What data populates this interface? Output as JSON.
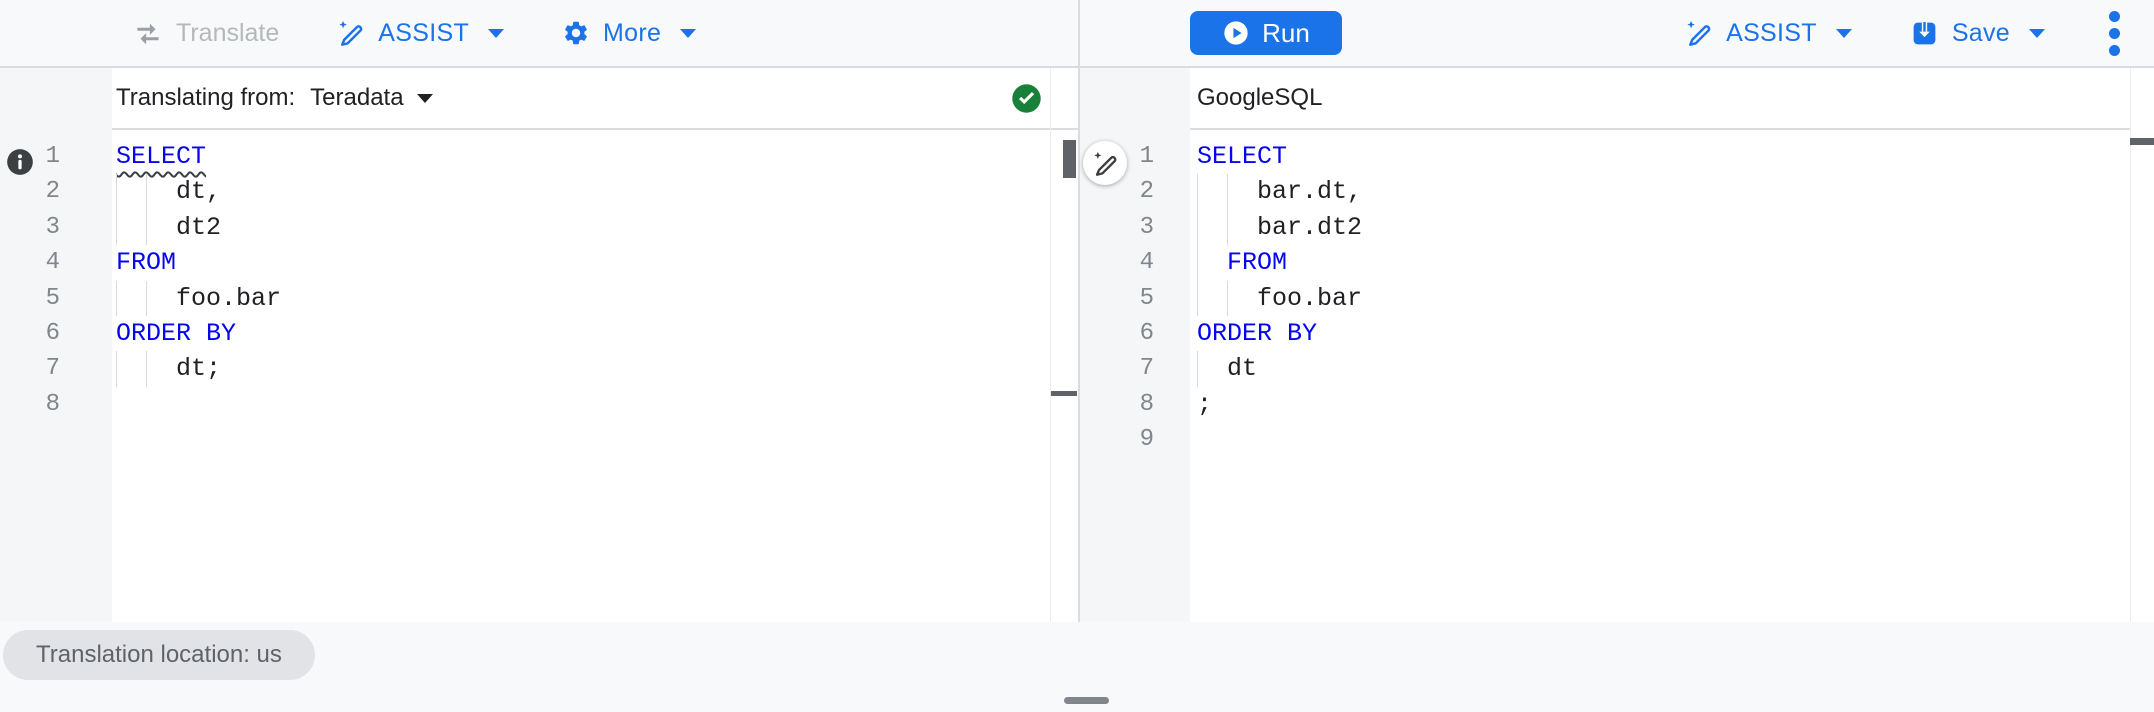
{
  "toolbar": {
    "translate": "Translate",
    "assist_left": "ASSIST",
    "more": "More",
    "run": "Run",
    "assist_right": "ASSIST",
    "save": "Save"
  },
  "left_panel": {
    "header_label": "Translating from:",
    "dialect": "Teradata",
    "status_icon": "green-check-circle",
    "gutter_icon": "info-circle",
    "lines": [
      {
        "g": 0,
        "s": [
          {
            "t": "SELECT",
            "c": "kw",
            "w": true
          }
        ]
      },
      {
        "g": 2,
        "s": [
          {
            "t": "dt,",
            "c": "pl"
          }
        ]
      },
      {
        "g": 2,
        "s": [
          {
            "t": "dt2",
            "c": "pl"
          }
        ]
      },
      {
        "g": 0,
        "s": [
          {
            "t": "FROM",
            "c": "kw"
          }
        ]
      },
      {
        "g": 2,
        "s": [
          {
            "t": "foo.bar",
            "c": "pl"
          }
        ]
      },
      {
        "g": 0,
        "s": [
          {
            "t": "ORDER BY",
            "c": "kw"
          }
        ]
      },
      {
        "g": 2,
        "s": [
          {
            "t": "dt;",
            "c": "pl"
          }
        ]
      },
      {
        "g": 0,
        "s": []
      }
    ]
  },
  "right_panel": {
    "header_label": "GoogleSQL",
    "lines": [
      {
        "g": 0,
        "s": [
          {
            "t": "SELECT",
            "c": "kw"
          }
        ]
      },
      {
        "g": 2,
        "s": [
          {
            "t": "bar.dt,",
            "c": "pl"
          }
        ]
      },
      {
        "g": 2,
        "s": [
          {
            "t": "bar.dt2",
            "c": "pl"
          }
        ]
      },
      {
        "g": 1,
        "s": [
          {
            "t": "FROM",
            "c": "kw"
          }
        ]
      },
      {
        "g": 2,
        "s": [
          {
            "t": "foo.bar",
            "c": "pl"
          }
        ]
      },
      {
        "g": 0,
        "s": [
          {
            "t": "ORDER BY",
            "c": "kw"
          }
        ]
      },
      {
        "g": 1,
        "s": [
          {
            "t": "dt",
            "c": "pl"
          }
        ]
      },
      {
        "g": 0,
        "s": [
          {
            "t": ";",
            "c": "pl"
          }
        ]
      },
      {
        "g": 0,
        "s": []
      }
    ]
  },
  "status": {
    "location_chip": "Translation location: us"
  },
  "icons": {
    "translate": "swap-arrows-icon",
    "assist": "pen-sparkle-icon",
    "more": "gear-icon",
    "run": "play-circle-icon",
    "save": "save-arrow-icon",
    "overflow": "kebab-menu-icon",
    "left_gutter": "info-icon",
    "left_header_status": "check-circle-icon",
    "floating": "magic-wand-icon"
  },
  "colors": {
    "accent_blue": "#1a73e8",
    "keyword_blue": "#0505ee",
    "success_green": "#188038",
    "toolbar_bg": "#f8f9fa",
    "gutter_bg": "#f4f6f7",
    "border": "#dadce0",
    "chip_bg": "#e1e3e6",
    "text_secondary": "#5f6368"
  }
}
